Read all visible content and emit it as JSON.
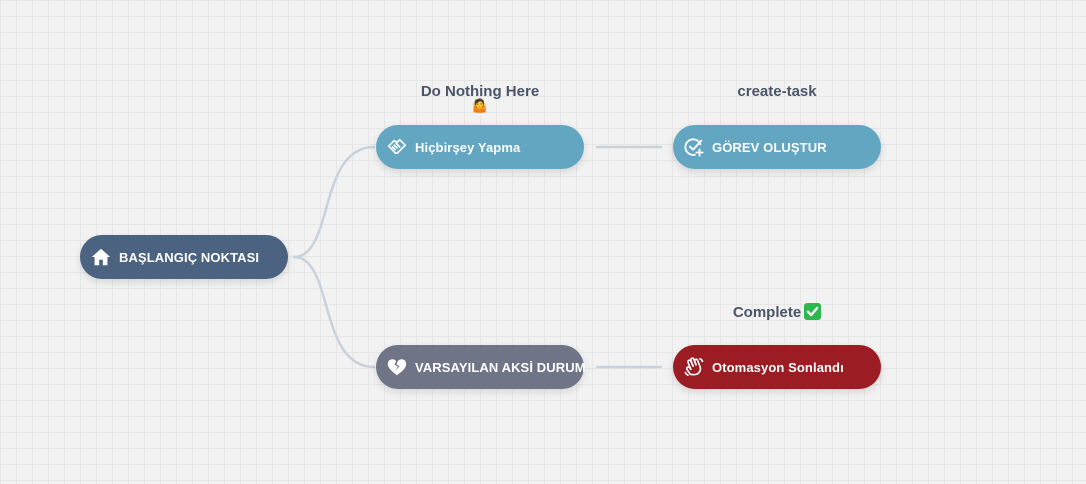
{
  "colors": {
    "start_node": "#4b6280",
    "action_node": "#62a6c2",
    "fallback_node": "#6f7587",
    "end_node": "#9b1c22",
    "connector": "#c8d2dc",
    "caption_text": "#4a5568"
  },
  "nodes": {
    "start": {
      "label": "BAŞLANGIÇ NOKTASI",
      "icon": "home-icon"
    },
    "do_nothing": {
      "label": "Hiçbirşey Yapma",
      "icon": "handshake-icon",
      "caption": "Do Nothing Here",
      "caption_sub": "🤷"
    },
    "create_task": {
      "label": "GÖREV OLUŞTUR",
      "icon": "task-check-icon",
      "caption": "create-task"
    },
    "fallback": {
      "label": "VARSAYILAN AKSİ DURUM",
      "icon": "broken-heart-icon"
    },
    "end": {
      "label": "Otomasyon Sonlandı",
      "icon": "waving-hand-icon",
      "caption": "Complete",
      "caption_badge": "check-mark-icon"
    }
  }
}
